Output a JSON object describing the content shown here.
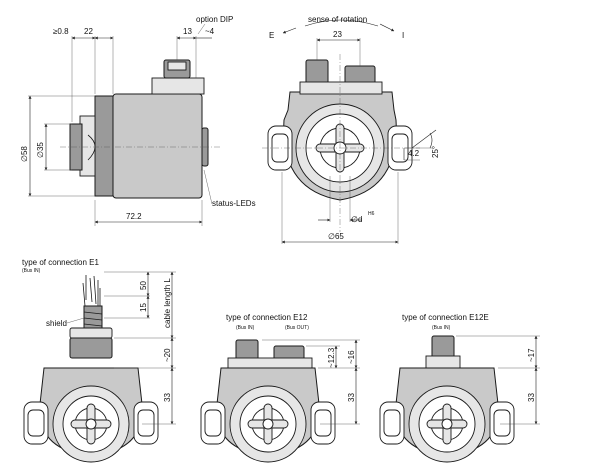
{
  "labels": {
    "option_dip": "option DIP",
    "sense_of_rotation": "sense of rotation",
    "e": "E",
    "i": "I",
    "status_leds": "status-LEDs",
    "type_e1": "type of connection E1",
    "type_e12": "type of connection E12",
    "type_e12e": "type of connection E12E",
    "bus_in": "(Bus IN)",
    "bus_out": "(Bus OUT)",
    "shield": "shield",
    "cable_length": "cable length L"
  },
  "dims": {
    "d_0_8": "≥0.8",
    "d_22": "22",
    "d_13": "13",
    "d_4": "~4",
    "d_58": "∅58",
    "d_35": "∅35",
    "d_72_2": "72.2",
    "d_23": "23",
    "d_4_2": "4.2",
    "d_25deg": "25°",
    "d_d": "∅d",
    "d_h6": "H6",
    "d_65": "∅65",
    "d_50": "50",
    "d_15": "15",
    "d_20": "~20",
    "d_33a": "33",
    "d_12_3": "~12.3",
    "d_16": "~16",
    "d_33b": "33",
    "d_17": "~17",
    "d_33c": "33"
  }
}
